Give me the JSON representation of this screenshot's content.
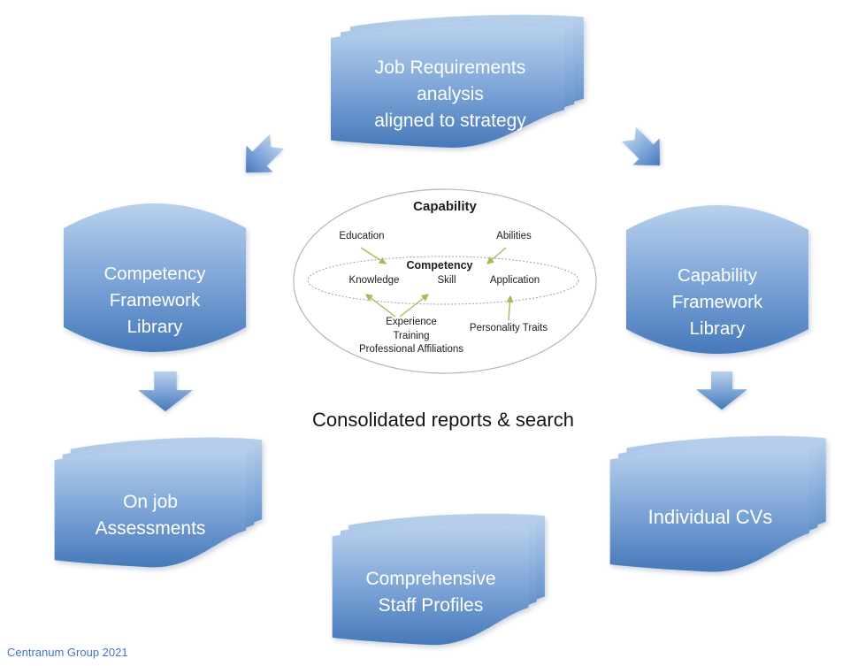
{
  "nodes": {
    "job_requirements": {
      "line1": "Job Requirements",
      "line2": "analysis",
      "line3": "aligned to strategy"
    },
    "competency_library": {
      "line1": "Competency",
      "line2": "Framework",
      "line3": "Library"
    },
    "capability_library": {
      "line1": "Capability",
      "line2": "Framework",
      "line3": "Library"
    },
    "on_job_assessments": {
      "line1": "On job",
      "line2": "Assessments"
    },
    "individual_cvs": {
      "line1": "Individual CVs"
    },
    "staff_profiles": {
      "line1": "Comprehensive",
      "line2": "Staff Profiles"
    }
  },
  "caption": {
    "consolidated": "Consolidated reports & search"
  },
  "venn": {
    "capability": "Capability",
    "education": "Education",
    "abilities": "Abilities",
    "competency": "Competency",
    "knowledge": "Knowledge",
    "skill": "Skill",
    "application": "Application",
    "experience": "Experience",
    "training": "Training",
    "professional_affiliations": "Professional Affiliations",
    "personality_traits": "Personality Traits"
  },
  "footer": {
    "credit": "Centranum Group 2021"
  },
  "icons": {
    "top_left_arrow": "bent-arrow-down-left",
    "top_right_arrow": "bent-arrow-down-right",
    "left_down_arrow": "block-arrow-down",
    "right_down_arrow": "block-arrow-down"
  },
  "colors": {
    "shape_gradient_top": "#b9d1ec",
    "shape_gradient_mid": "#7fa6d8",
    "shape_gradient_bottom": "#4679ba",
    "connector_green": "#a3bc5c",
    "outer_ellipse_stroke": "#a9b6c6",
    "inner_ellipse_stroke": "#9aa0a8",
    "caption_text": "#151515",
    "footer_text": "#4472c4",
    "node_text": "#ffffff"
  }
}
